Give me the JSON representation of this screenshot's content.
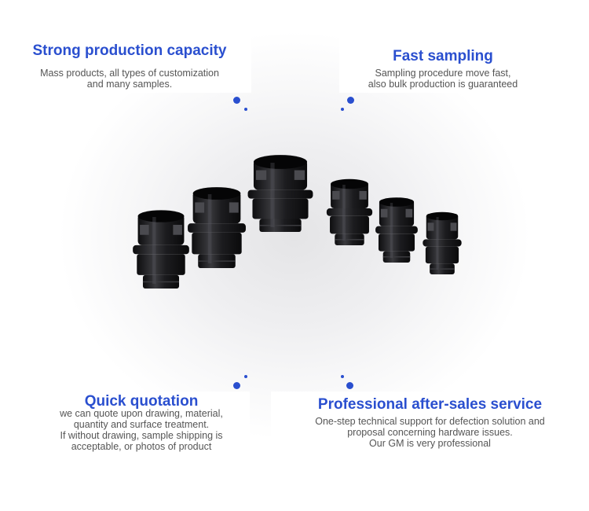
{
  "features": [
    {
      "title": "Strong production capacity",
      "lines": [
        "Mass products, all types of customization",
        "and many samples."
      ]
    },
    {
      "title": "Fast sampling",
      "lines": [
        "Sampling procedure move fast,",
        "also bulk production is guaranteed"
      ]
    },
    {
      "title": "Quick quotation",
      "lines": [
        "we can quote upon drawing, material,",
        "quantity and surface treatment.",
        "If without drawing, sample shipping is",
        "acceptable, or photos of product"
      ]
    },
    {
      "title": "Professional after-sales service",
      "lines": [
        "One-step technical support for defection solution and",
        "proposal concerning hardware issues.",
        "Our GM is very professional"
      ]
    }
  ],
  "colors": {
    "accent": "#2a4fcf",
    "product": "#1a1a1c"
  }
}
